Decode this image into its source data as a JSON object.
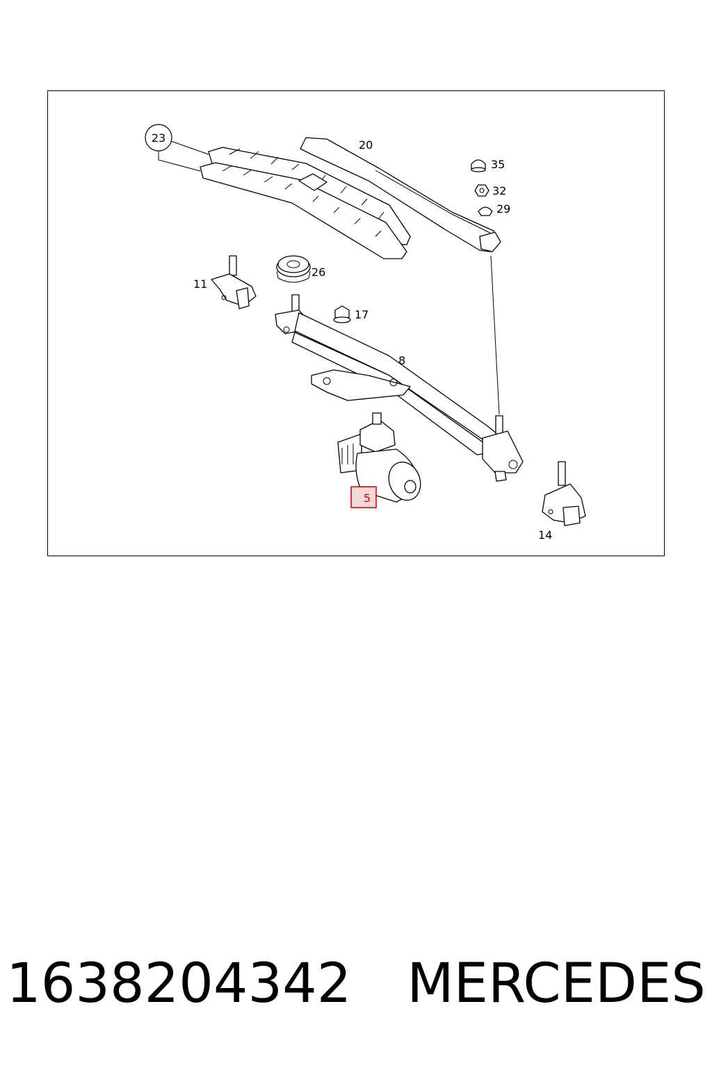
{
  "diagram": {
    "callouts": {
      "c23": "23",
      "c20": "20",
      "c35": "35",
      "c32": "32",
      "c29": "29",
      "c11": "11",
      "c26": "26",
      "c17": "17",
      "c8": "8",
      "c5": "5",
      "c14": "14"
    },
    "highlighted_callout": "5",
    "highlight_color": "#cc0000"
  },
  "caption": {
    "part_number": "1638204342",
    "brand": "MERCEDES"
  }
}
